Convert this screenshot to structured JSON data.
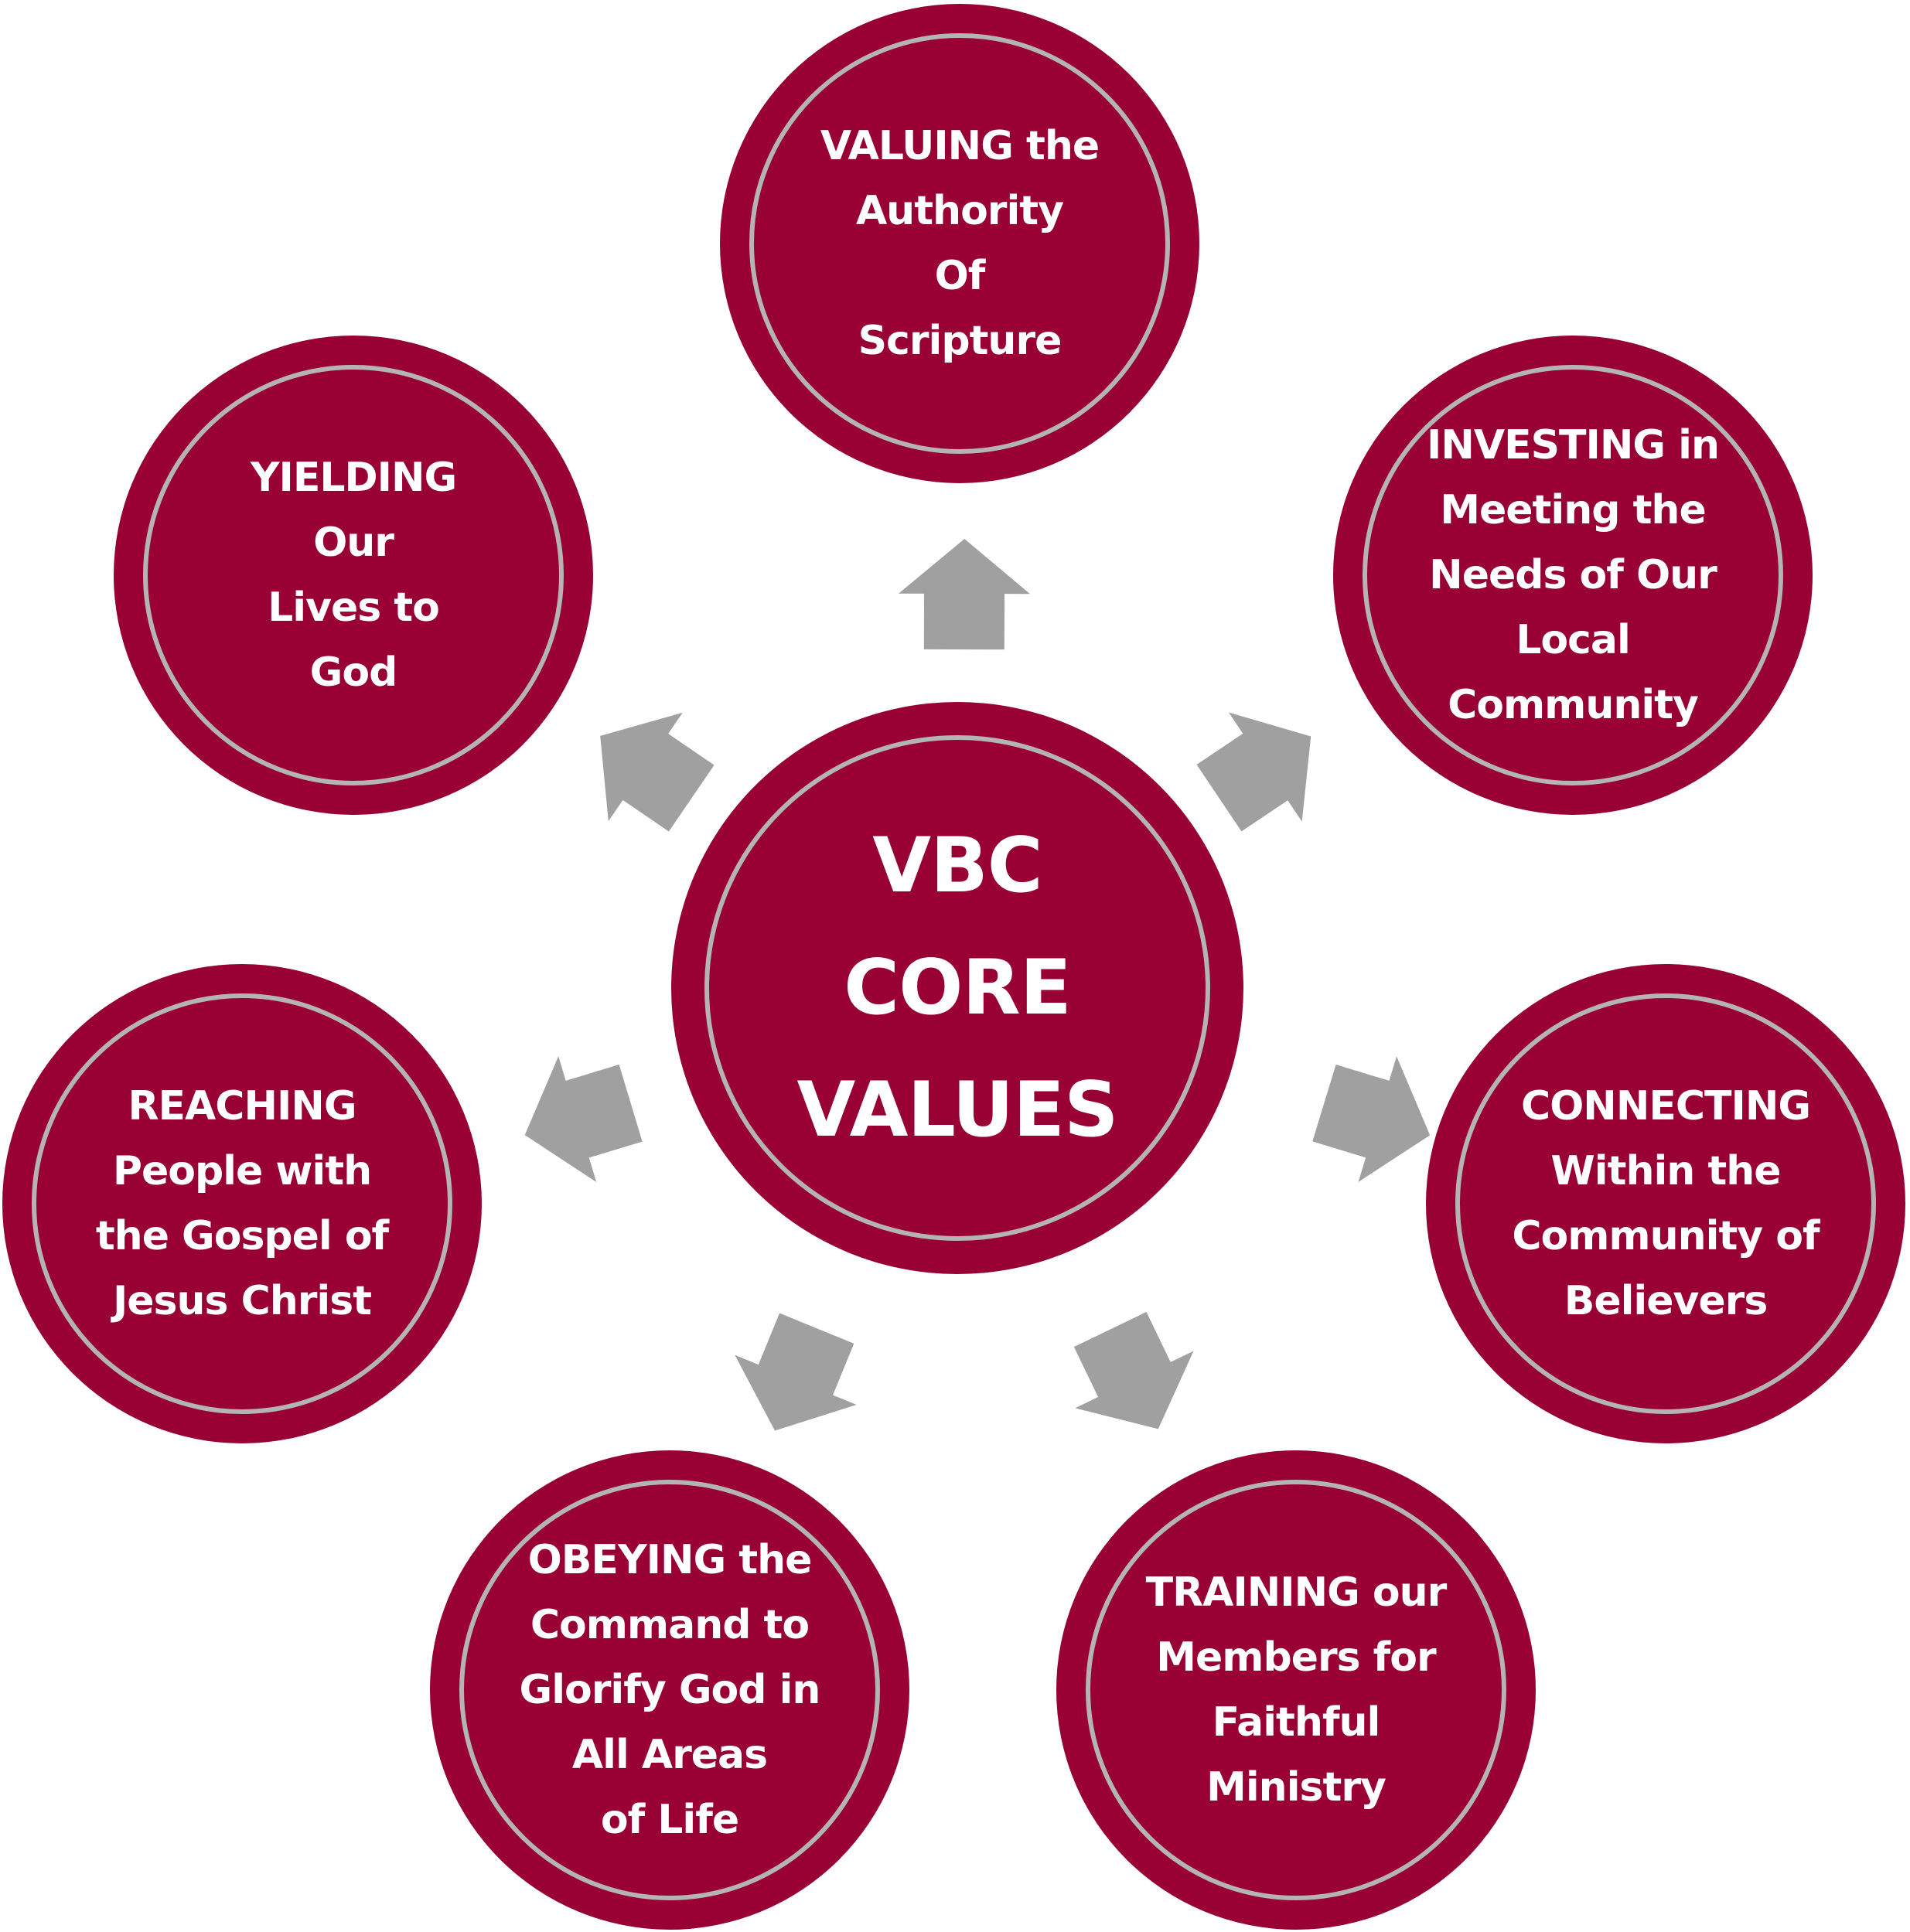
{
  "colors": {
    "circle_fill": "#990033",
    "ring_stroke": "#b4b4b4",
    "arrow_fill": "#a0a0a0",
    "text": "#ffffff",
    "background": "#ffffff"
  },
  "center": {
    "label": "VBC\nCORE\nVALUES"
  },
  "values": [
    {
      "key": "valuing",
      "label": "VALUING the\nAuthority\nOf\nScripture"
    },
    {
      "key": "investing",
      "label": "INVESTING in\nMeeting the\nNeeds of Our\nLocal\nCommunity"
    },
    {
      "key": "connecting",
      "label": "CONNECTING\nWithin the\nCommunity of\nBelievers"
    },
    {
      "key": "training",
      "label": "TRAINING our\nMembers for\nFaithful\nMinistry"
    },
    {
      "key": "obeying",
      "label": "OBEYING the\nCommand to\nGlorify God in\nAll Areas\nof Life"
    },
    {
      "key": "reaching",
      "label": "REACHING\nPeople with\nthe Gospel of\nJesus Christ"
    },
    {
      "key": "yielding",
      "label": "YIELDING\nOur\nLives to\nGod"
    }
  ],
  "arrows": [
    {
      "target": "valuing",
      "icon": "arrow-up-icon"
    },
    {
      "target": "investing",
      "icon": "arrow-up-right-icon"
    },
    {
      "target": "connecting",
      "icon": "arrow-right-icon"
    },
    {
      "target": "training",
      "icon": "arrow-down-right-icon"
    },
    {
      "target": "obeying",
      "icon": "arrow-down-left-icon"
    },
    {
      "target": "reaching",
      "icon": "arrow-left-icon"
    },
    {
      "target": "yielding",
      "icon": "arrow-up-left-icon"
    }
  ]
}
